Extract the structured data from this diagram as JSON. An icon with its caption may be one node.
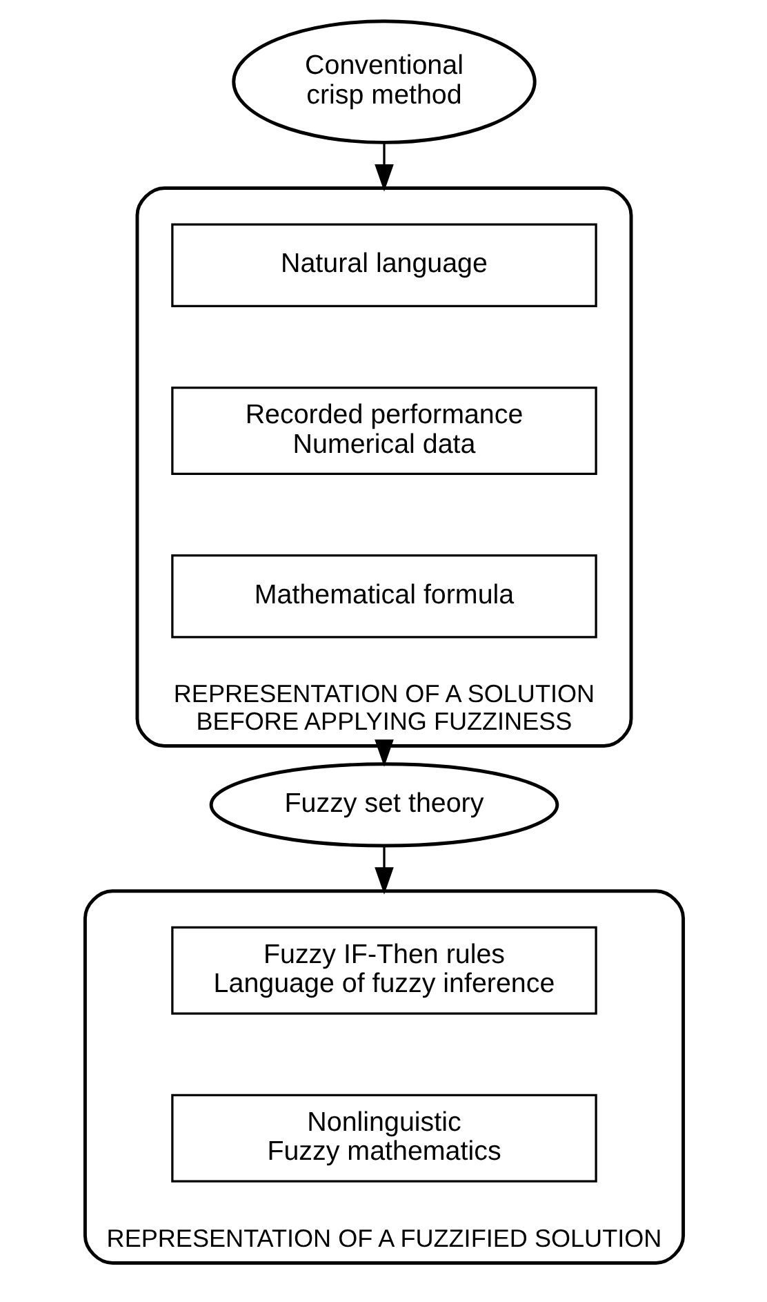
{
  "diagram": {
    "nodes": [
      {
        "text": [
          "Conventional crisp method"
        ]
      },
      {
        "text": [
          "REPRESENTATION OF A SOLUTION BEFORE APPLYING FUZZINESS"
        ]
      },
      {
        "text": [
          "Natural language"
        ],
        "in": 1
      },
      {
        "text": [
          "Recorded performance Numerical data"
        ],
        "in": 1
      },
      {
        "text": [
          "Mathematical formula"
        ],
        "in": 1
      },
      {
        "text": [
          "Fuzzy set theory"
        ]
      },
      {
        "text": [
          "REPRESENTATION OF A FUZZIFIED SOLUTION"
        ]
      },
      {
        "text": [
          "Fuzzy IF-Then rules Language of fuzzy inference"
        ],
        "in": 6
      },
      {
        "text": [
          "Nonlinguistic Fuzzy mathematics"
        ],
        "in": 6
      }
    ],
    "edges": [
      {
        "from": 0,
        "to": 1,
        "arrow": "to"
      },
      {
        "from": 1,
        "to": 5,
        "arrow": "to"
      },
      {
        "from": 5,
        "to": 6,
        "arrow": "to"
      }
    ]
  }
}
